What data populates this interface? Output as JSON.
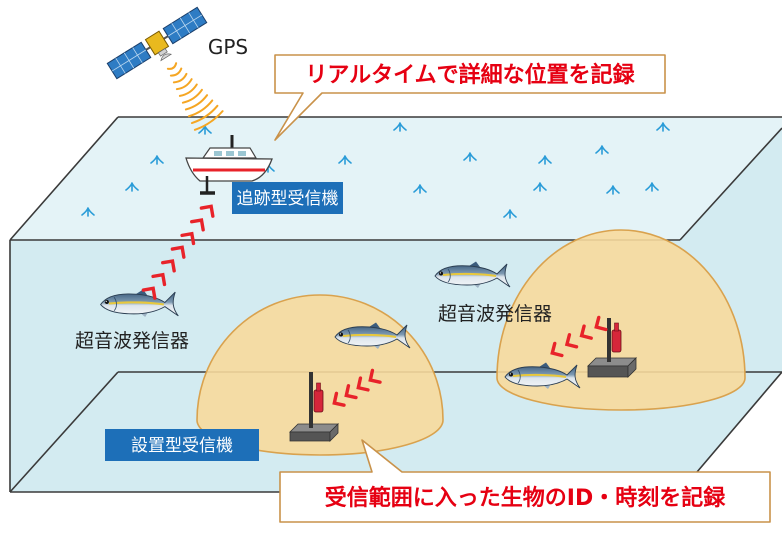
{
  "gps_label": "GPS",
  "callouts": {
    "top": "リアルタイムで詳細な位置を記録",
    "bottom": "受信範囲に入った生物のID・時刻を記録"
  },
  "receivers": {
    "tracking": "追跡型受信機",
    "fixed": "設置型受信機"
  },
  "transmitters": [
    "超音波発信器",
    "超音波発信器"
  ],
  "colors": {
    "callout_text": "#e60012",
    "callout_border": "#c9924a",
    "receiver_tag": "#1d6fb8",
    "water": "#d3ebf1",
    "water_surface": "#e4f3f7",
    "surface_marks": "#2a9cd8",
    "detection_range": "#f7da9c",
    "detection_range_edge": "#d9a24e",
    "signal": "#e8232a",
    "gps_signal": "#f5a623",
    "hydrophone": "#d6263a"
  },
  "icons": {
    "satellite": "satellite-icon",
    "boat": "boat-icon",
    "fish": "fish-icon",
    "receiver": "fixed-receiver-icon"
  }
}
